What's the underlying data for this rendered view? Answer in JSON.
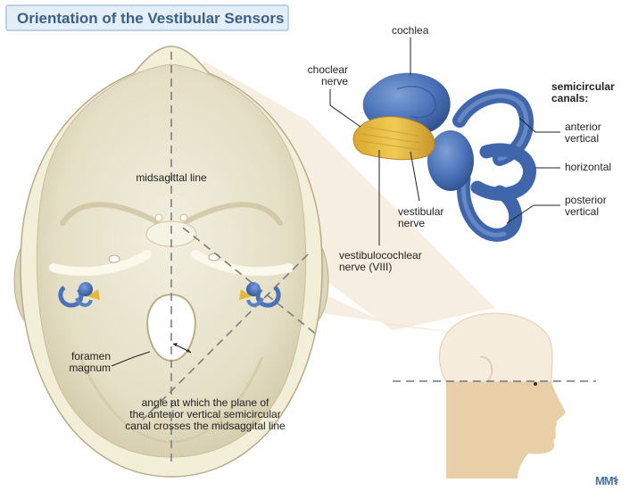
{
  "title": "Orientation of the Vestibular Sensors",
  "labels": {
    "midsagittal": "midsagittal line",
    "cochlea": "cochlea",
    "cochlear_nerve_1": "choclear",
    "cochlear_nerve_2": "nerve",
    "semicircular_1": "semicircular",
    "semicircular_2": "canals:",
    "anterior_1": "anterior",
    "anterior_2": "vertical",
    "horizontal": "horizontal",
    "posterior_1": "posterior",
    "posterior_2": "vertical",
    "vestibular_1": "vestibular",
    "vestibular_2": "nerve",
    "vestibulocochlear_1": "vestibulocochlear",
    "vestibulocochlear_2": "nerve (VIII)",
    "foramen_1": "foramen",
    "foramen_2": "magnum",
    "angle_1": "angle at which the plane of",
    "angle_2": "the anterior vertical semicircular",
    "angle_3": "canal crosses the midsaggital line"
  },
  "logo": "MM⚕",
  "colors": {
    "title_text": "#3b5f86",
    "title_bg": "#e3eef8",
    "skull_fill": "#ece7d2",
    "bone": "#f4efdc",
    "canal_blue": "#4a72b8",
    "nerve_yellow": "#e4b93a",
    "skin": "#e8cfa8"
  }
}
